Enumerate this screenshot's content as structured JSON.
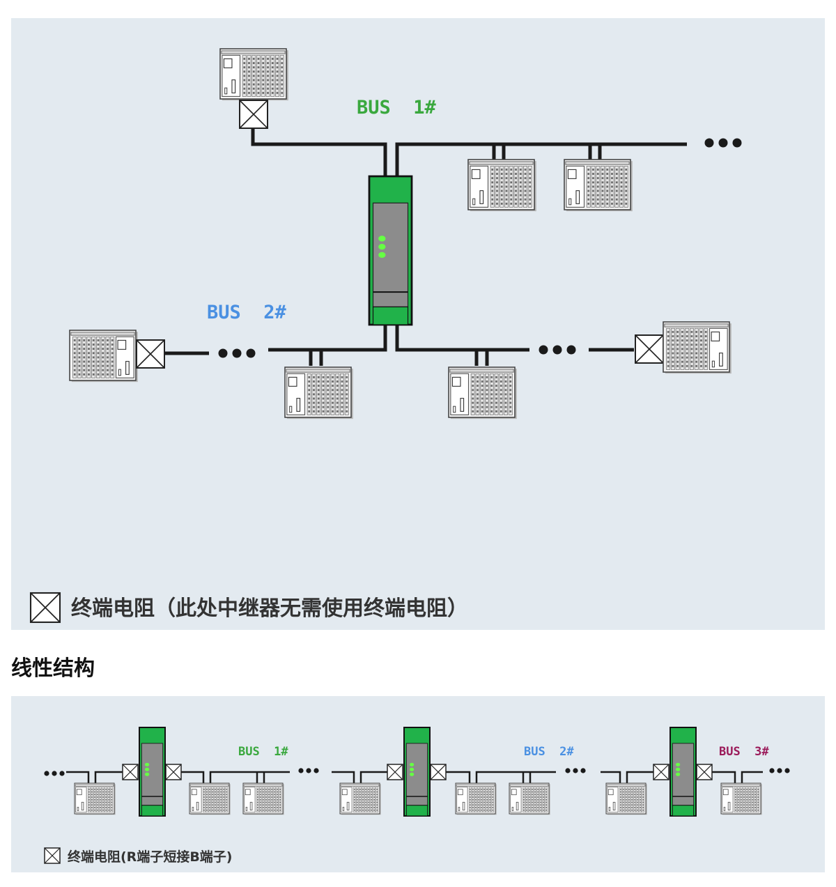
{
  "top": {
    "bus1_label": "BUS  1#",
    "bus2_label": "BUS  2#",
    "legend": "终端电阻（此处中继器无需使用终端电阻）"
  },
  "section_title": "线性结构",
  "bottom": {
    "bus_labels": [
      "BUS  1#",
      "BUS  2#",
      "BUS  3#"
    ],
    "legend": "终端电阻(R端子短接B端子)"
  },
  "colors": {
    "panel_bg": "#e3eaf0",
    "bus1": "#3aa83e",
    "bus2": "#4a90e2",
    "bus3": "#9b1b5a",
    "repeater_green": "#21b24a",
    "repeater_body": "#8c8c8c",
    "led": "#66ff44",
    "wire": "#1a1a1a"
  },
  "icons": {
    "terminal_resistor": "terminal-resistor-icon",
    "plc_device": "plc-device-icon",
    "repeater": "repeater-icon",
    "ellipsis": "ellipsis-dots-icon"
  }
}
